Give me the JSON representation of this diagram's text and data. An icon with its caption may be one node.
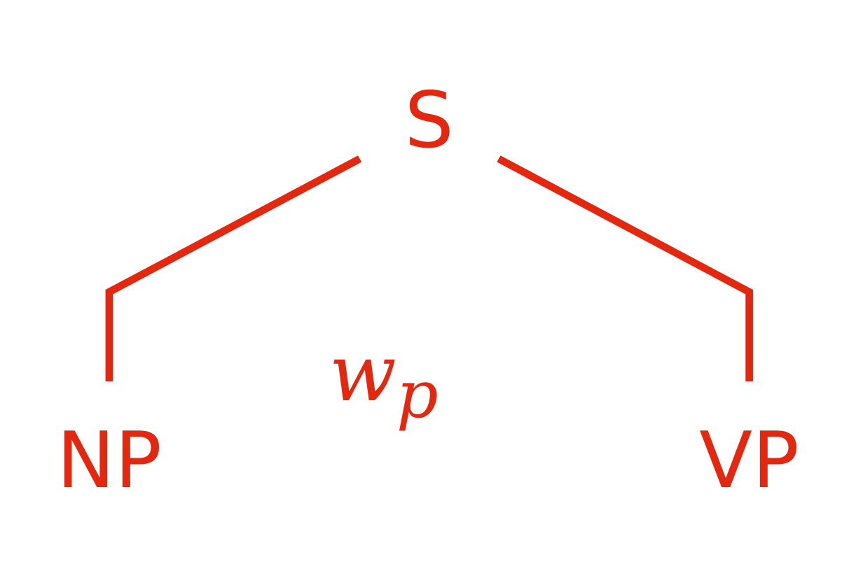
{
  "diagram": {
    "nodes": [
      {
        "text": [
          "S"
        ]
      },
      {
        "text": [
          "NP"
        ]
      },
      {
        "text": [
          "VP"
        ]
      }
    ],
    "edges": [
      {
        "from": 0,
        "to": 1,
        "arrow": "none"
      },
      {
        "from": 0,
        "to": 2,
        "arrow": "none"
      }
    ],
    "labels": [
      "w$_{p}$"
    ]
  }
}
